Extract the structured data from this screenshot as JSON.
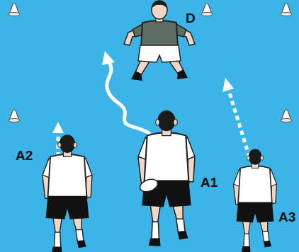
{
  "diagram": {
    "labels": [
      "D",
      "A2",
      "A1",
      "A3"
    ]
  }
}
